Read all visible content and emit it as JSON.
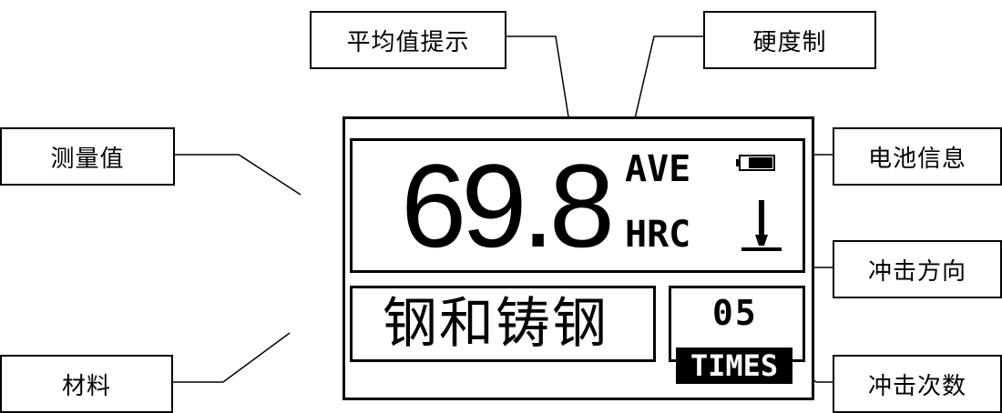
{
  "callouts": {
    "average_hint": "平均值提示",
    "hardness_scale": "硬度制",
    "measured_value": "测量值",
    "battery_info": "电池信息",
    "impact_direction": "冲击方向",
    "material": "材料",
    "impact_count": "冲击次数"
  },
  "display": {
    "value": "69.8",
    "ave_label": "AVE",
    "scale_label": "HRC",
    "material_text": "钢和铸钢",
    "count": "05",
    "times_label": "TIMES"
  }
}
